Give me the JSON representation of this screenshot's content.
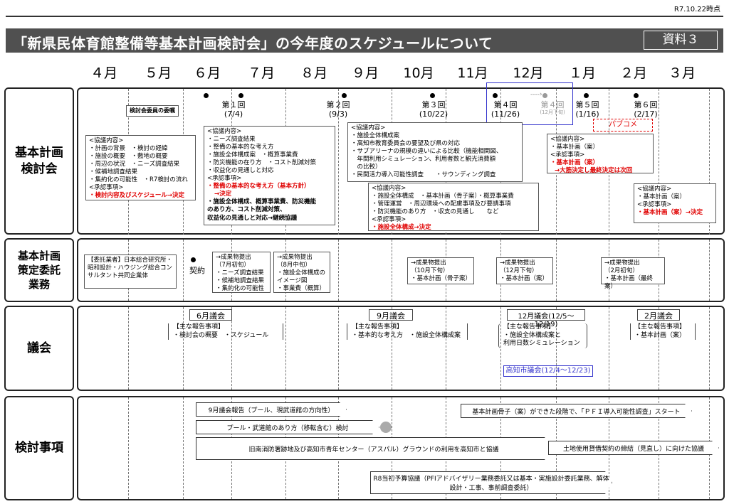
{
  "header": {
    "date": "R7.10.22時点",
    "title": "「新県民体育館整備等基本計画検討会」の今年度のスケジュールについて",
    "badge": "資料３"
  },
  "months": [
    "４月",
    "５月",
    "６月",
    "７月",
    "８月",
    "９月",
    "10月",
    "11月",
    "12月",
    "１月",
    "２月",
    "３月"
  ],
  "rows": {
    "r1": "基本計画\n検討会",
    "r2": "基本計画\n策定委託\n業務",
    "r3": "議会",
    "r4": "検討事項"
  },
  "kentokai": {
    "inin": "検討会委員の委嘱",
    "m1": {
      "n": "第１回",
      "d": "(7/4)"
    },
    "m2": {
      "n": "第２回",
      "d": "(9/3)"
    },
    "m3": {
      "n": "第３回",
      "d": "(10/22)"
    },
    "m4": {
      "n": "第４回",
      "d": "(11/26)"
    },
    "m4b": {
      "n": "第４回",
      "d": "(12月下旬)"
    },
    "m5": {
      "n": "第５回",
      "d": "(1/16)"
    },
    "m6": {
      "n": "第６回",
      "d": "(2/17)"
    },
    "pubcom": "パブコメ",
    "b1": [
      "<協議内容>",
      "・計画の背景　・検討の経緯",
      "・施設の概要　・敷地の概要",
      "・周辺の状況　・ニーズ調査結果",
      "・候補地調査結果",
      "・集約化の可能性　・R7検討の流れ",
      "<承認事項>"
    ],
    "b1r": "・検討内容及びスケジュール→決定",
    "b2": [
      "<協議内容>",
      "・ニーズ調査結果",
      "・整備の基本的な考え方",
      "・施設全体構成案　・概算事業費",
      "・防災機能の在り方　・コスト削減対策",
      "・収益化の見通しと対応",
      "<承認事項>"
    ],
    "b2r1": "・整備の基本的な考え方（基本方針）",
    "b2r2": "→決定",
    "b2c": [
      "・施設全体構成、概算事業費、防災機能",
      "のあり方、コスト削減対策、",
      "収益化の見通しと対応→継続協議"
    ],
    "b3": [
      "<協議内容>",
      "・施設全体構成案",
      "・高知市教育委員会の要望及び県の対応",
      "・サブアリーナの規模の違いによる比較（機能相関図、",
      "　年間利用シミュレーション、利用者数と観光消費額",
      "　の比較）",
      "・民間活力導入可能性調査　　・サウンディング調査"
    ],
    "b4": [
      "<協議内容>",
      "・施設全体構成　・基本計画（骨子案）・概算事業費",
      "・管理運営　・周辺環境への配慮事項及び要請事項",
      "・防災機能のあり方　・収支の見通し　　など",
      "<承認事項>"
    ],
    "b4r": "・施設全体構成→決定",
    "b5": [
      "<協議内容>",
      "・基本計画（案）",
      "<承認事項>"
    ],
    "b5r1": "・基本計画（案）",
    "b5r2": "→大筋決定し最終決定は次回",
    "b6": [
      "<協議内容>",
      "・基本計画（案）",
      "<承認事項>"
    ],
    "b6r": "・基本計画（案）→決定"
  },
  "itaku": {
    "gyosha": "【委託業者】日本総合研究所・昭和設計・ハウジング総合コンサルタント共同企業体",
    "keiyaku": "契約",
    "s1": [
      "→成果物提出",
      "（7月初旬）",
      "・ニーズ調査結果",
      "・候補地調査結果",
      "・集約化の可能性"
    ],
    "s2": [
      "→成果物提出",
      "（8月中旬）",
      "・施設全体構成の",
      "イメージ図",
      "・事業費（概算）"
    ],
    "s3": [
      "→成果物提出",
      "（10月下旬）",
      "・基本計画（骨子案）"
    ],
    "s4": [
      "→成果物提出",
      "（12月下旬）",
      "・基本計画（案）"
    ],
    "s5": [
      "→成果物提出",
      "（2月初旬）",
      "・基本計画（最終案）"
    ]
  },
  "gikai": {
    "g6": "6月議会",
    "g6t": [
      "【主な報告事項】",
      "・検討会の概要　・スケジュール"
    ],
    "g9": "9月議会",
    "g9t": [
      "【主な報告事項】",
      "・基本的な考え方　・施設全体構成案"
    ],
    "g12": "12月議会(12/5～12/19)",
    "g12t": [
      "【主な報告事項】",
      "・施設全体構成案と",
      "利用日数シミュレーション"
    ],
    "g2": "2月議会",
    "g2t": [
      "【主な報告事項】",
      "・基本計画（案）"
    ],
    "city": "高知市議会(12/4～12/23)"
  },
  "kento": {
    "a1": "9月議会報告（プール、現武道館の方向性）",
    "a2": "プール・武道館のあり方（移転含む）検討",
    "a3": "基本計画骨子（案）ができた段階で、「ＰＦＩ導入可能性調査」スタート",
    "a4": "旧南消防署跡地及び高知市青年センター（アスパル）グラウンドの利用を高知市と協議",
    "a5": "土地使用貸借契約の締結（見直し）に向けた協議",
    "a6": "R8当初予算協議（PFIアドバイザリー業務委託又は基本・実施設計委託業務、解体設計・工事、事前調査委託）"
  },
  "colors": {
    "title_bg": "#505050",
    "red": "#e00000",
    "blue": "#3333cc"
  }
}
